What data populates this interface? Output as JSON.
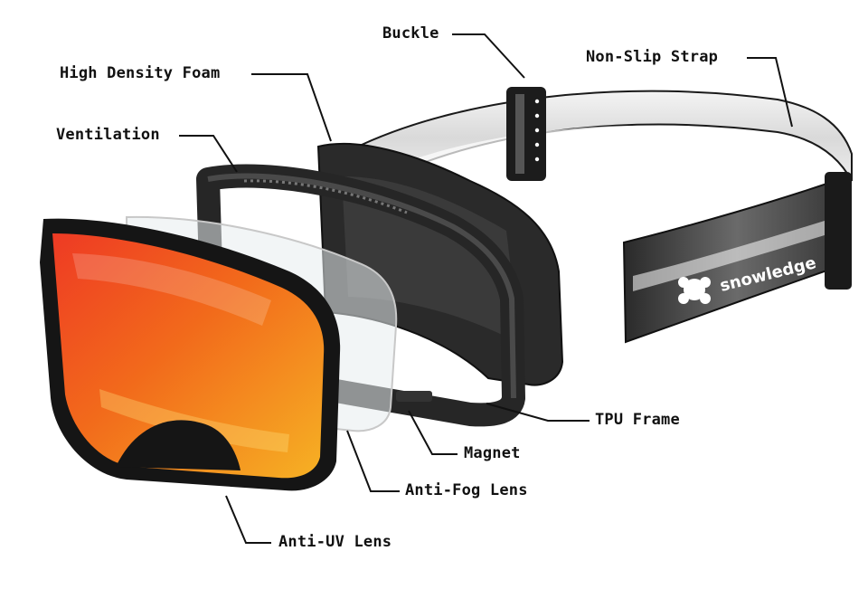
{
  "labels": {
    "buckle": "Buckle",
    "non_slip_strap": "Non-Slip Strap",
    "high_density_foam": "High Density Foam",
    "ventilation": "Ventilation",
    "tpu_frame": "TPU Frame",
    "magnet": "Magnet",
    "anti_fog_lens": "Anti-Fog Lens",
    "anti_uv_lens": "Anti-UV Lens"
  },
  "strap_brand": "snowledge",
  "colors": {
    "lens_orange": "#f26a1b",
    "lens_red": "#ee3a24",
    "lens_yellow": "#f6b224",
    "frame_black": "#1e1e1e",
    "strap_gray": "#d9d9d9",
    "leader_line": "#111111"
  }
}
